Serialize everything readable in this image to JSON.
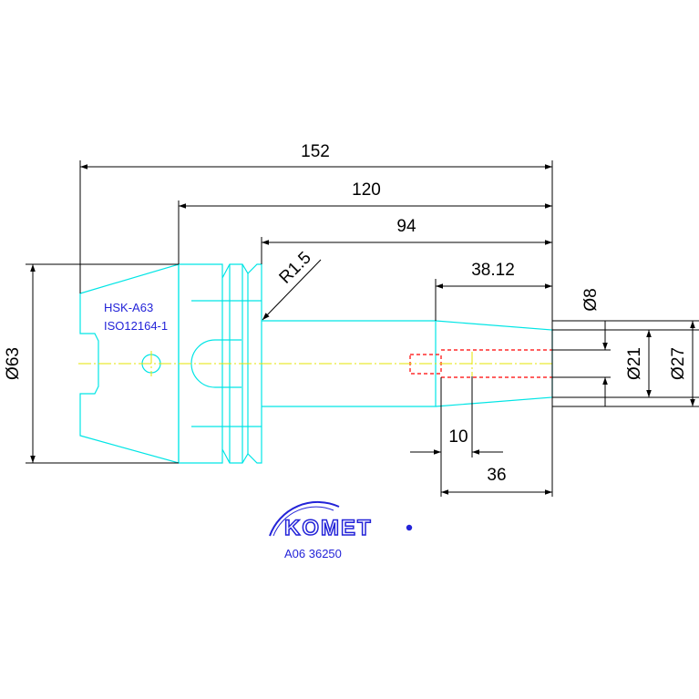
{
  "dimensions": {
    "overall_length": "152",
    "shank_length": "120",
    "extension_length": "94",
    "bore_depth": "38.12",
    "radius": "R1.5",
    "flange_diameter": "Ø63",
    "bore_diameter": "Ø8",
    "inner_diameter": "Ø21",
    "outer_diameter": "Ø27",
    "pilot_length": "10",
    "taper_length": "36"
  },
  "labels": {
    "interface": "HSK-A63",
    "standard": "ISO12164-1"
  },
  "brand": {
    "logo_text": "KOMET",
    "article_number": "A06 36250"
  },
  "colors": {
    "outline": "#00e5e5",
    "dimension": "#000000",
    "hidden": "#ff0000",
    "centerline": "#e6e600",
    "brand_blue": "#2323d8"
  }
}
